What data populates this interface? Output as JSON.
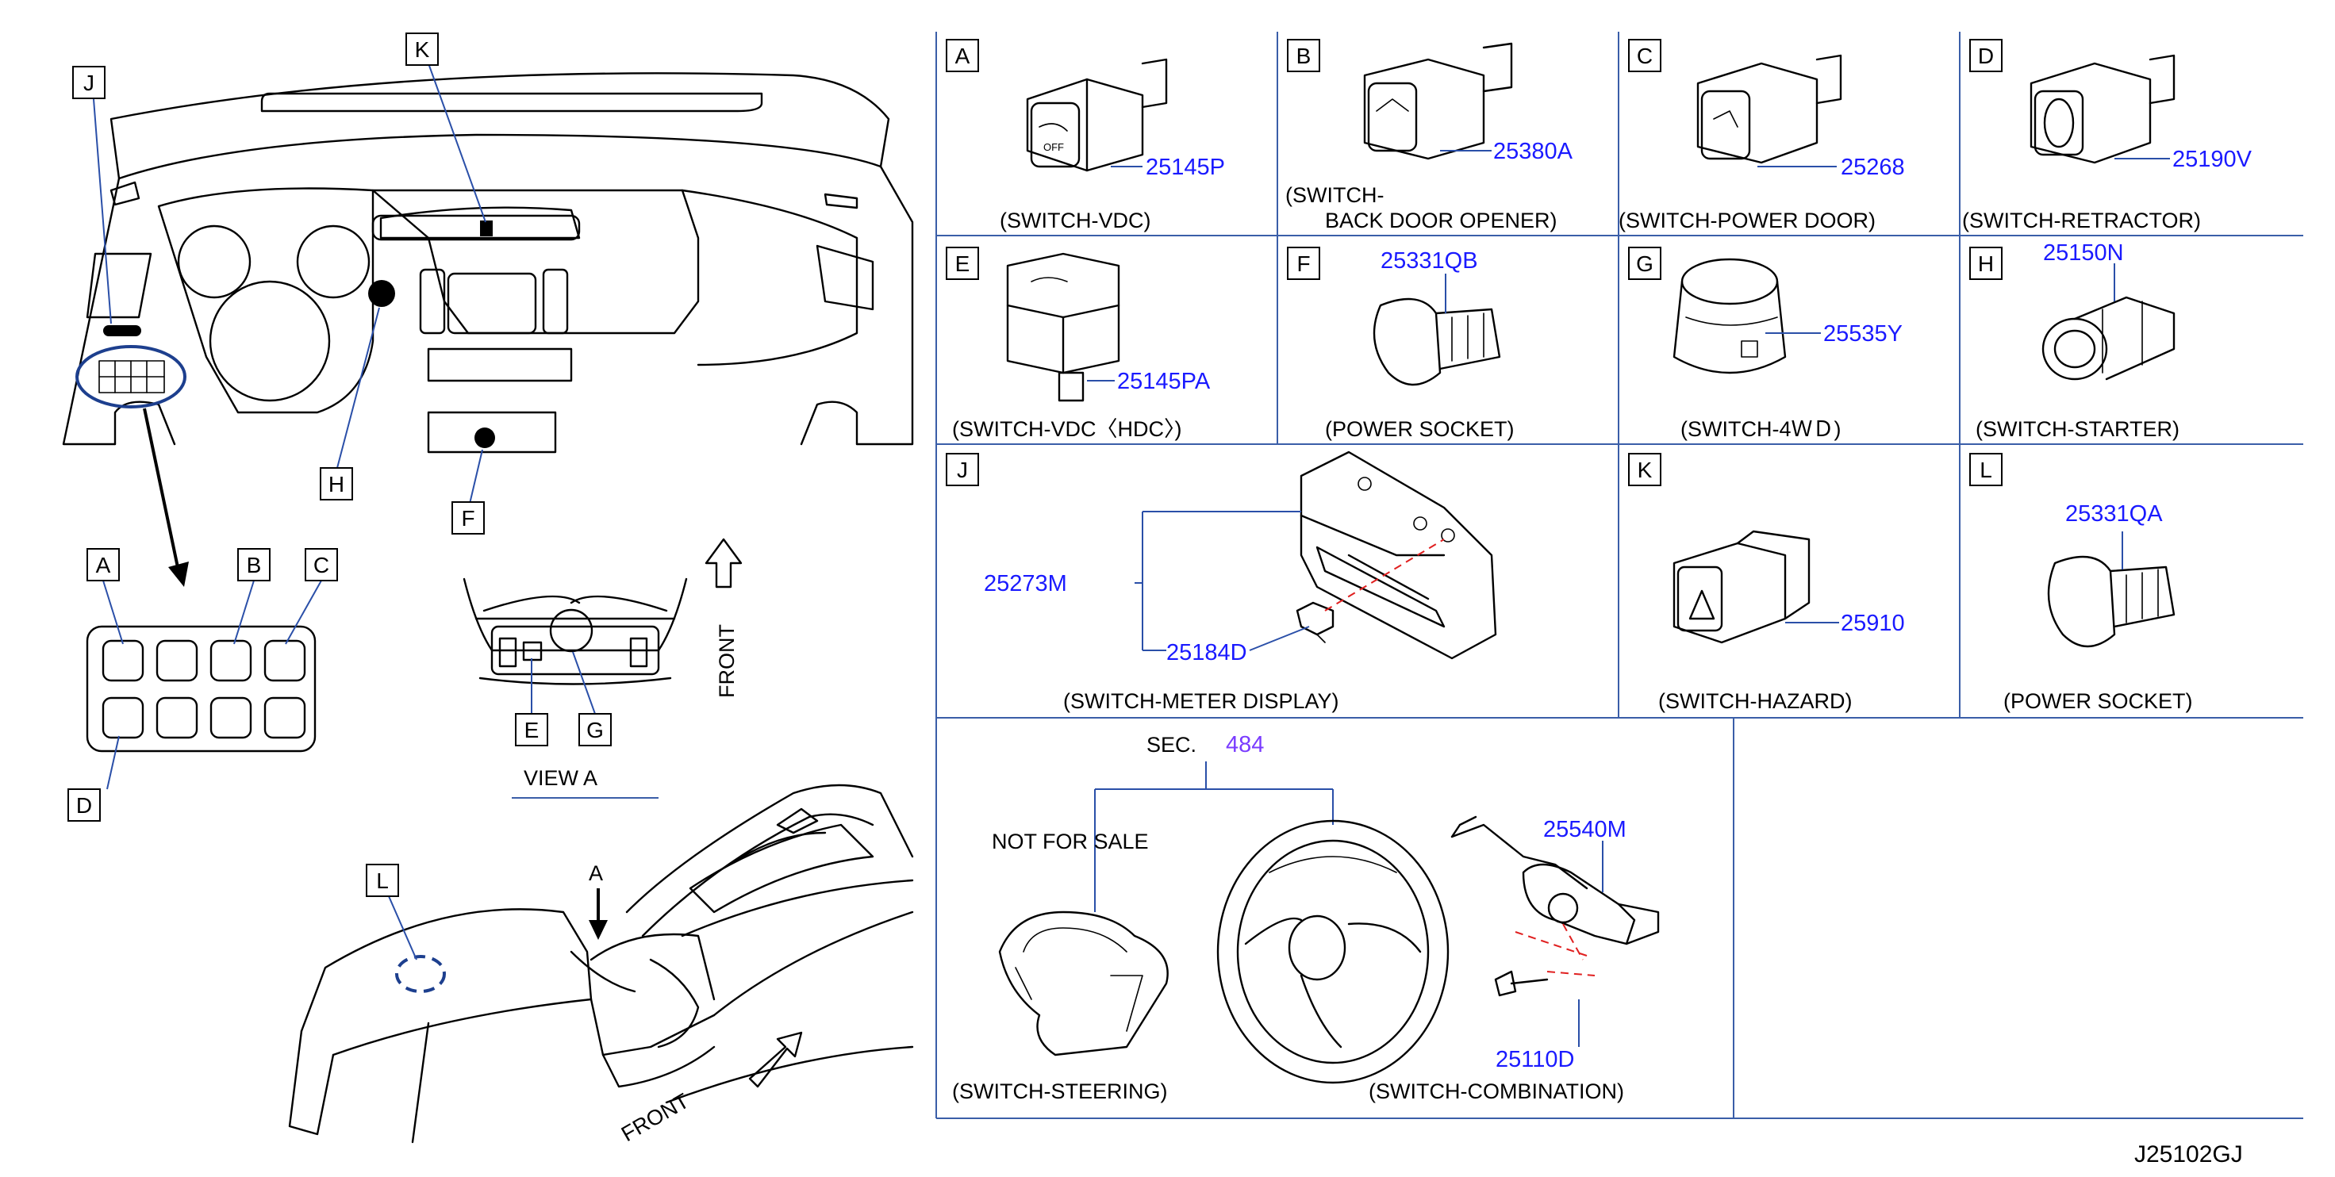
{
  "letters": {
    "A": "A",
    "B": "B",
    "C": "C",
    "D": "D",
    "E": "E",
    "F": "F",
    "G": "G",
    "H": "H",
    "J": "J",
    "K": "K",
    "L": "L"
  },
  "view_label": "VIEW   A",
  "front_label": "FRONT",
  "arrow_a_label": "A",
  "panels": [
    {
      "letter": "A",
      "part": "25145P",
      "caption": "(SWITCH-VDC)"
    },
    {
      "letter": "B",
      "part": "25380A",
      "caption_line1": "(SWITCH-",
      "caption_line2": "BACK   DOOR   OPENER)"
    },
    {
      "letter": "C",
      "part": "25268",
      "caption": "(SWITCH-POWER   DOOR)"
    },
    {
      "letter": "D",
      "part": "25190V",
      "caption": "(SWITCH-RETRACTOR)"
    },
    {
      "letter": "E",
      "part": "25145PA",
      "caption": "(SWITCH-VDC〈HDC〉)"
    },
    {
      "letter": "F",
      "part": "25331QB",
      "caption": "(POWER   SOCKET)"
    },
    {
      "letter": "G",
      "part": "25535Y",
      "caption": "(SWITCH-4ＷＤ)"
    },
    {
      "letter": "H",
      "part": "25150N",
      "caption": "(SWITCH-STARTER)"
    },
    {
      "letter": "J",
      "part": "25273M",
      "part2": "25184D",
      "caption": "(SWITCH-METER   DISPLAY)"
    },
    {
      "letter": "K",
      "part": "25910",
      "caption": "(SWITCH-HAZARD)"
    },
    {
      "letter": "L",
      "part": "25331QA",
      "caption": "(POWER   SOCKET)"
    }
  ],
  "steering": {
    "sec_label": "SEC.",
    "sec_number": "484",
    "not_for_sale": "NOT   FOR   SALE",
    "caption_steering": "(SWITCH-STEERING)",
    "caption_combination": "(SWITCH-COMBINATION)",
    "part_combination": "25540M",
    "part_screw": "25110D"
  },
  "diagram_id": "J25102GJ"
}
